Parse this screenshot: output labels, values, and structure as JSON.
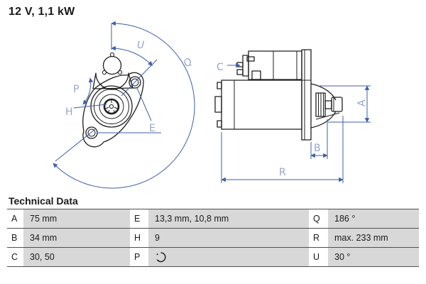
{
  "headline": "12 V, 1,1 kW",
  "colors": {
    "dimension_blue": "#3e5fa8",
    "dimension_label_blue": "#97a5c9",
    "part_outline": "#1f1f1f",
    "table_value_gray": "#d8d8d8",
    "table_line_gray": "#4f4f4f",
    "text_dark": "#1a1a1a"
  },
  "drawing": {
    "front": {
      "labels": {
        "u": "U",
        "q": "Q",
        "p": "P",
        "h": "H",
        "e": "E"
      }
    },
    "side": {
      "labels": {
        "c": "C",
        "a": "A",
        "b": "B",
        "r": "R"
      }
    }
  },
  "table": {
    "title": "Technical Data",
    "rows": [
      [
        {
          "key": "A",
          "value": "75 mm"
        },
        {
          "key": "E",
          "value": "13,3 mm, 10,8 mm"
        },
        {
          "key": "Q",
          "value": "186 °"
        }
      ],
      [
        {
          "key": "B",
          "value": "34 mm"
        },
        {
          "key": "H",
          "value": "9"
        },
        {
          "key": "R",
          "value": "max. 233 mm"
        }
      ],
      [
        {
          "key": "C",
          "value": "30, 50"
        },
        {
          "key": "P",
          "value": "",
          "icon": "rotation-direction-icon"
        },
        {
          "key": "U",
          "value": "30 °"
        }
      ]
    ]
  }
}
